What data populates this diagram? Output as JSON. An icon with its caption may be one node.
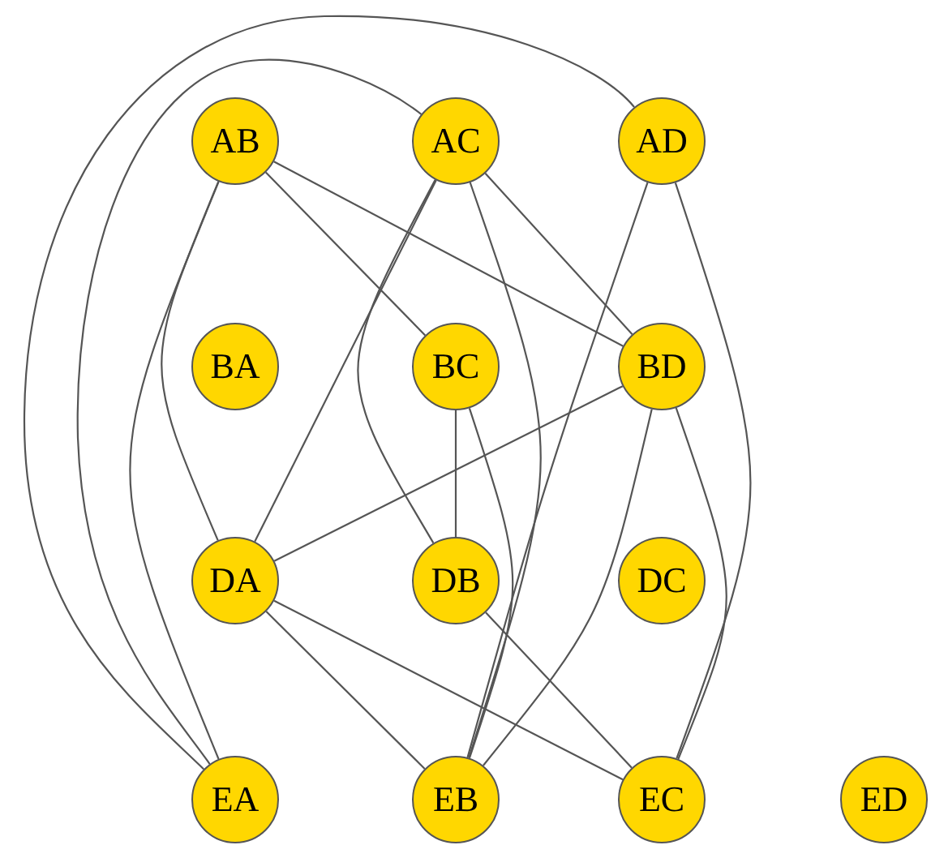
{
  "diagram": {
    "nodes": [
      {
        "text": [
          "AB"
        ]
      },
      {
        "text": [
          "AC"
        ]
      },
      {
        "text": [
          "AD"
        ]
      },
      {
        "text": [
          "BA"
        ]
      },
      {
        "text": [
          "BC"
        ]
      },
      {
        "text": [
          "BD"
        ]
      },
      {
        "text": [
          "DA"
        ]
      },
      {
        "text": [
          "DB"
        ]
      },
      {
        "text": [
          "DC"
        ]
      },
      {
        "text": [
          "EA"
        ]
      },
      {
        "text": [
          "EB"
        ]
      },
      {
        "text": [
          "EC"
        ]
      },
      {
        "text": [
          "ED"
        ]
      }
    ],
    "edges": [
      {
        "from": 0,
        "to": 4,
        "arrow": "none"
      },
      {
        "from": 0,
        "to": 5,
        "arrow": "none"
      },
      {
        "from": 0,
        "to": 6,
        "arrow": "none"
      },
      {
        "from": 0,
        "to": 9,
        "arrow": "none"
      },
      {
        "from": 1,
        "to": 9,
        "arrow": "none"
      },
      {
        "from": 2,
        "to": 9,
        "arrow": "none"
      },
      {
        "from": 1,
        "to": 6,
        "arrow": "none"
      },
      {
        "from": 1,
        "to": 7,
        "arrow": "none"
      },
      {
        "from": 1,
        "to": 5,
        "arrow": "none"
      },
      {
        "from": 1,
        "to": 10,
        "arrow": "none"
      },
      {
        "from": 2,
        "to": 10,
        "arrow": "none"
      },
      {
        "from": 2,
        "to": 11,
        "arrow": "none"
      },
      {
        "from": 4,
        "to": 7,
        "arrow": "none"
      },
      {
        "from": 4,
        "to": 10,
        "arrow": "none"
      },
      {
        "from": 5,
        "to": 6,
        "arrow": "none"
      },
      {
        "from": 5,
        "to": 10,
        "arrow": "none"
      },
      {
        "from": 5,
        "to": 11,
        "arrow": "none"
      },
      {
        "from": 6,
        "to": 10,
        "arrow": "none"
      },
      {
        "from": 6,
        "to": 11,
        "arrow": "none"
      },
      {
        "from": 7,
        "to": 11,
        "arrow": "none"
      }
    ]
  }
}
